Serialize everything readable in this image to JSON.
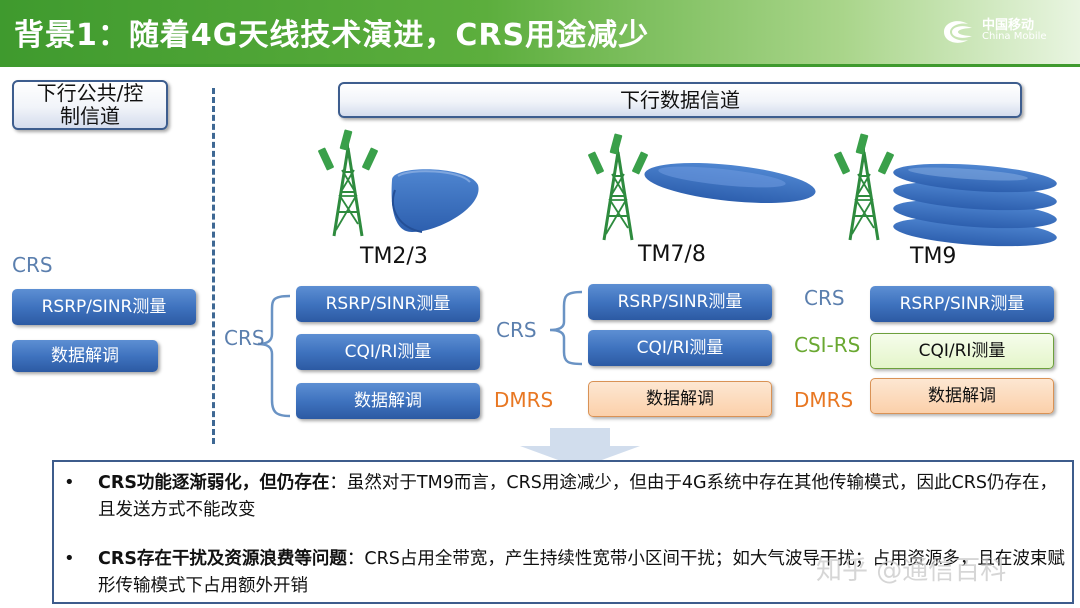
{
  "header": {
    "title": "背景1：随着4G天线技术演进，CRS用途减少",
    "logo_cn": "中国移动",
    "logo_en": "China Mobile"
  },
  "left": {
    "heading": "下行公共/控制信道",
    "crs_label": "CRS",
    "boxes": [
      "RSRP/SINR测量",
      "数据解调"
    ]
  },
  "right": {
    "heading": "下行数据信道",
    "columns": [
      {
        "tm": "TM2/3",
        "labels": [
          "CRS"
        ],
        "boxes": [
          "RSRP/SINR测量",
          "CQI/RI测量",
          "数据解调"
        ]
      },
      {
        "tm": "TM7/8",
        "labels": [
          "CRS",
          "DMRS"
        ],
        "boxes": [
          "RSRP/SINR测量",
          "CQI/RI测量",
          "数据解调"
        ]
      },
      {
        "tm": "TM9",
        "labels": [
          "CRS",
          "CSI-RS",
          "DMRS"
        ],
        "boxes": [
          "RSRP/SINR测量",
          "CQI/RI测量",
          "数据解调"
        ]
      }
    ]
  },
  "bullets": [
    {
      "marker": "•",
      "bold": "CRS功能逐渐弱化，但仍存在",
      "text": "：虽然对于TM9而言，CRS用途减少，但由于4G系统中存在其他传输模式，因此CRS仍存在，且发送方式不能改变"
    },
    {
      "marker": "•",
      "bold": "CRS存在干扰及资源浪费等问题",
      "text": "：CRS占用全带宽，产生持续性宽带小区间干扰；如大气波导干扰；占用资源多，且在波束赋形传输模式下占用额外开销"
    }
  ],
  "watermark": "知乎 @通信百科",
  "colors": {
    "title_green": "#3f9a2e",
    "box_blue": "#3f73bf",
    "label_blue": "#5b7fae",
    "label_orange": "#e87722",
    "label_green": "#6aa832",
    "box_orange": "#fbd0aa",
    "box_green": "#e4f5ca",
    "tower_green": "#2e8b3e"
  }
}
